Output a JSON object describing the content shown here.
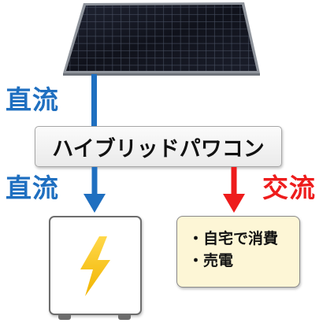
{
  "top_label": "直流",
  "inverter_label": "ハイブリッドパワコン",
  "battery_flow_label": "直流",
  "ac_flow_label": "交流",
  "usage_items": [
    "・自宅で消費",
    "・売電"
  ],
  "colors": {
    "dc": "#1f6fc0",
    "ac": "#ee1c1c",
    "usage_box": "#fdf6d6"
  },
  "icons": [
    "solar-panel-icon",
    "battery-icon",
    "lightning-bolt-icon"
  ]
}
